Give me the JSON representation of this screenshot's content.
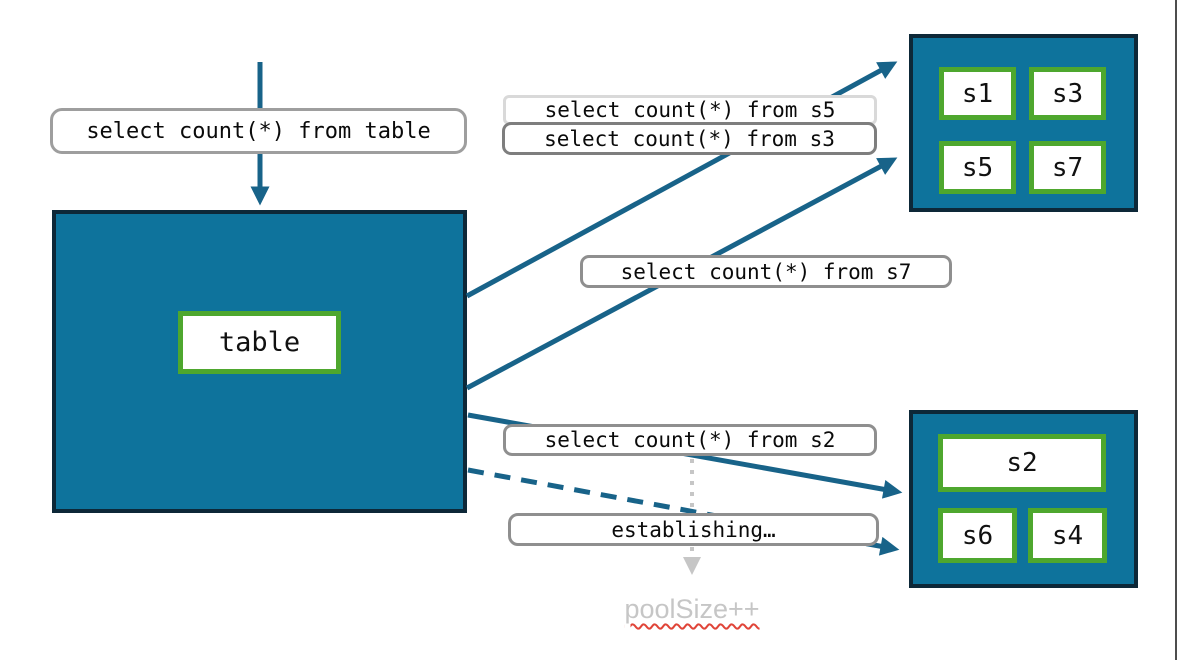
{
  "diagram": {
    "queries": {
      "table": "select count(*) from table",
      "s5": "select count(*) from s5",
      "s3": "select count(*) from s3",
      "s7": "select count(*) from s7",
      "s2": "select count(*) from s2"
    },
    "status": {
      "establishing": "establishing…",
      "pool_size": "poolSize++"
    },
    "table_node": {
      "label": "table"
    },
    "shards_top": {
      "items": [
        "s1",
        "s3",
        "s5",
        "s7"
      ]
    },
    "shards_bottom": {
      "items": [
        "s2",
        "s6",
        "s4"
      ]
    },
    "colors": {
      "node_fill": "#0E739C",
      "node_border": "#0D2838",
      "shard_border_green": "#4EA72E",
      "arrow_teal": "#186389",
      "label_border_gray": "#8F8F8F",
      "label_border_light": "#D9D9D9",
      "muted_gray": "#C6C6C6",
      "spellcheck_red": "#E04438",
      "edge_line_gray": "#4D4D4D"
    }
  }
}
